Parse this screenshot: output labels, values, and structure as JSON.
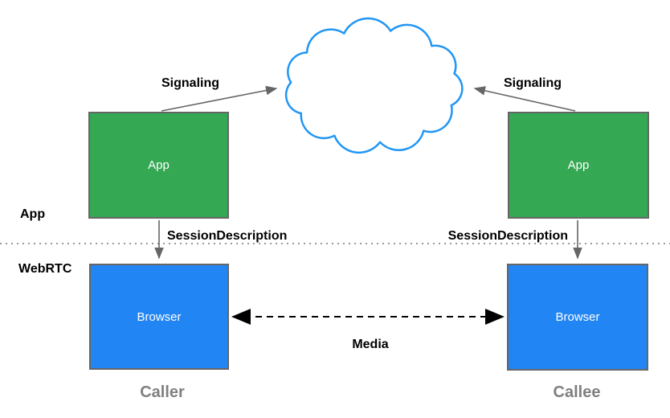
{
  "colors": {
    "app_box": "#34a853",
    "browser_box": "#2285f4",
    "box_border": "#666666",
    "cloud_stroke": "#2196f3",
    "arrow": "#666666",
    "media_arrow": "#000000",
    "separator": "#999999",
    "endpoint": "#808080"
  },
  "zones": {
    "app": "App",
    "webrtc": "WebRTC"
  },
  "nodes": {
    "caller_app": "App",
    "caller_browser": "Browser",
    "callee_app": "App",
    "callee_browser": "Browser"
  },
  "edges": {
    "signaling_left": "Signaling",
    "signaling_right": "Signaling",
    "session_description_left": "SessionDescription",
    "session_description_right": "SessionDescription",
    "media": "Media"
  },
  "endpoints": {
    "caller": "Caller",
    "callee": "Callee"
  }
}
